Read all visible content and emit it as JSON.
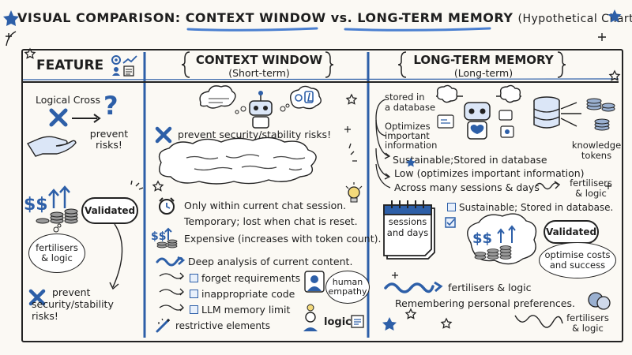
{
  "title": {
    "prefix": "VISUAL COMPARISON:",
    "left": "CONTEXT WINDOW",
    "vs": "vs.",
    "right": "LONG-TERM MEMORY",
    "suffix": "(Hypothetical Chart)"
  },
  "columns": {
    "feature": {
      "heading": "FEATURE"
    },
    "context": {
      "heading": "CONTEXT WINDOW",
      "subheading": "(Short-term)"
    },
    "memory": {
      "heading": "LONG-TERM MEMORY",
      "subheading": "(Long-term)"
    }
  },
  "feature": {
    "logical_cross": "Logical Cross",
    "question_mark": "?",
    "prevent_top": "prevent\nrisks!",
    "validated": "Validated",
    "fertilisers": "fertilisers\n& logic",
    "prevent_bottom": "prevent\nsecurity/stability\nrisks!"
  },
  "context": {
    "headline": "prevent security/stability risks!",
    "items": [
      "Only within current chat session.",
      "Temporary; lost when chat is reset.",
      "Expensive (increases with token count)."
    ],
    "deep_analysis": "Deep analysis of current content.",
    "checklist": [
      "forget requirements",
      "inappropriate code",
      "LLM memory limit"
    ],
    "restrictive": "restrictive elements",
    "human_empathy": "human\nempathy",
    "logic": "logic"
  },
  "memory": {
    "stored": "stored in\na database",
    "optimizes": "Optimizes\nimportant\ninformation",
    "lines": [
      "Sustainable;Stored in database",
      "Low (optimizes important information)",
      "Across many sessions & days"
    ],
    "knowledge_tokens": "knowledge\ntokens",
    "fertilisers_right": "fertilisers\n& logic",
    "calendar": "sessions\nand days",
    "sustainable_check": "Sustainable; Stored in database.",
    "validated": "Validated",
    "optimise": "optimise costs\nand success",
    "fertilisers_mid": "fertilisers & logic",
    "remembering": "Remembering personal preferences.",
    "fertilisers_bottom": "fertilisers\n& logic"
  },
  "colors": {
    "accent_blue": "#2d5fa8",
    "title_underline": "#4a7fd0",
    "ink": "#1e1e1e",
    "coin": "#9a9a9a"
  }
}
